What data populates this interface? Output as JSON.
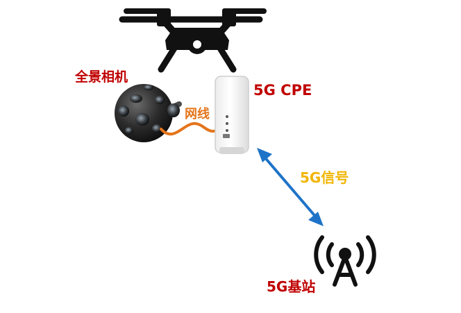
{
  "labels": {
    "camera": "全景相机",
    "cpe": "5G CPE",
    "cable": "网线",
    "signal": "5G信号",
    "base_station": "5G基站"
  },
  "colors": {
    "label_red": "#c00000",
    "cable_orange": "#e4751b",
    "signal_yellow": "#f1b500",
    "arrow_blue": "#1e73c8",
    "drone_black": "#111111"
  },
  "icons": {
    "drone": "drone-icon",
    "camera": "panoramic-camera-icon",
    "cpe": "cpe-router-icon",
    "antenna": "antenna-tower-icon",
    "arrow": "double-arrow-icon"
  }
}
